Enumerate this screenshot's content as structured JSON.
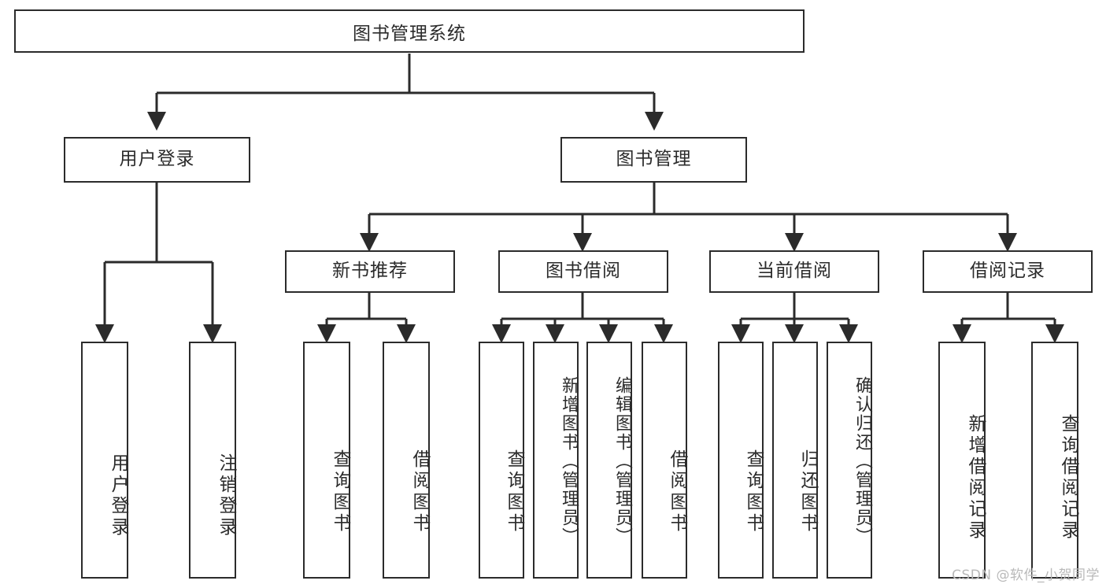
{
  "diagram": {
    "title": "图书管理系统",
    "type": "tree-hierarchy",
    "background_color": "#ffffff",
    "line_color": "#2b2b2b",
    "text_color": "#2b2b2b",
    "root": {
      "label": "图书管理系统"
    },
    "level2": [
      {
        "label": "用户登录"
      },
      {
        "label": "图书管理"
      }
    ],
    "level3": [
      {
        "label": "新书推荐"
      },
      {
        "label": "图书借阅"
      },
      {
        "label": "当前借阅"
      },
      {
        "label": "借阅记录"
      }
    ],
    "leaves": {
      "user_login": [
        {
          "label": "用户登录"
        },
        {
          "label": "注销登录"
        }
      ],
      "new_book_recommend": [
        {
          "label": "查询图书"
        },
        {
          "label": "借阅图书"
        }
      ],
      "book_borrow": [
        {
          "label": "查询图书"
        },
        {
          "label": "新增图书（管理员）"
        },
        {
          "label": "编辑图书（管理员）"
        },
        {
          "label": "借阅图书"
        }
      ],
      "current_borrow": [
        {
          "label": "查询图书"
        },
        {
          "label": "归还图书"
        },
        {
          "label": "确认归还（管理员）"
        }
      ],
      "borrow_record": [
        {
          "label": "新增借阅记录"
        },
        {
          "label": "查询借阅记录"
        }
      ]
    }
  },
  "watermark": {
    "text": "CSDN @软件_小贺同学"
  }
}
